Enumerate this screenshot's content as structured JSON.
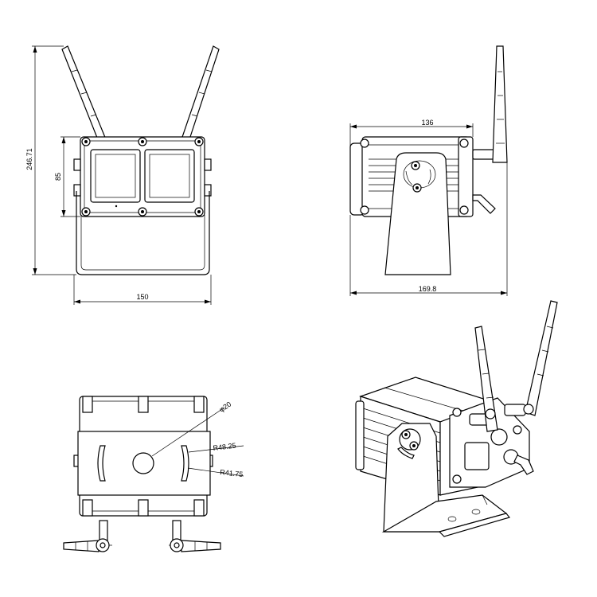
{
  "title": "",
  "front_view": {
    "dimensions": {
      "overall_height": "246.71",
      "housing_height": "85",
      "width": "150"
    }
  },
  "side_view": {
    "dimensions": {
      "body_depth": "136",
      "overall_depth": "169.8"
    }
  },
  "bottom_view": {
    "dimensions": {
      "hole_diameter": "φ20",
      "slot_radius_outer": "R48.25",
      "slot_radius_inner": "R41.75"
    }
  },
  "iso_view": {}
}
